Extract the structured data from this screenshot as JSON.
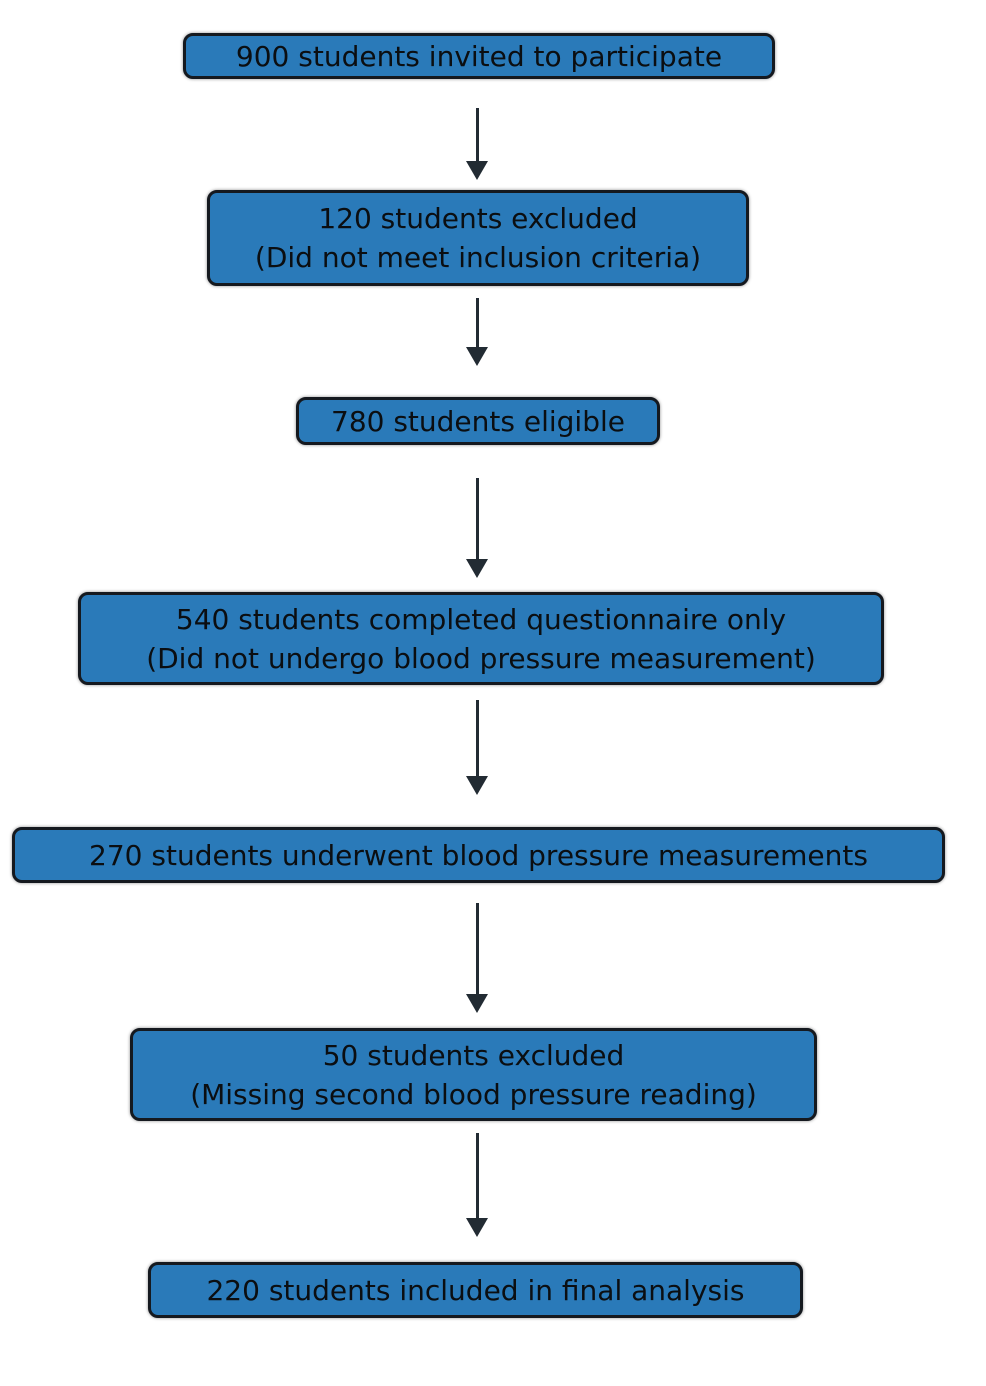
{
  "flowchart": {
    "description": "Participant flow diagram",
    "boxes": [
      {
        "name": "invited",
        "line1": "900 students invited to participate",
        "line2": ""
      },
      {
        "name": "excluded-inclusion",
        "line1": "120 students excluded",
        "line2": "(Did not meet inclusion criteria)"
      },
      {
        "name": "eligible",
        "line1": "780 students eligible",
        "line2": ""
      },
      {
        "name": "questionnaire-only",
        "line1": "540 students completed questionnaire only",
        "line2": "(Did not undergo blood pressure measurement)"
      },
      {
        "name": "bp-measurements",
        "line1": "270 students underwent blood pressure measurements",
        "line2": ""
      },
      {
        "name": "excluded-missing-reading",
        "line1": "50 students excluded",
        "line2": "(Missing second blood pressure reading)"
      },
      {
        "name": "final-analysis",
        "line1": "220 students included in final analysis",
        "line2": ""
      }
    ],
    "arrow_icon": "down-arrow",
    "colors": {
      "box_fill": "#2a7ab9",
      "box_border": "#15191f",
      "arrow": "#222b33",
      "text": "#0b0e11",
      "background": "#ffffff"
    }
  }
}
